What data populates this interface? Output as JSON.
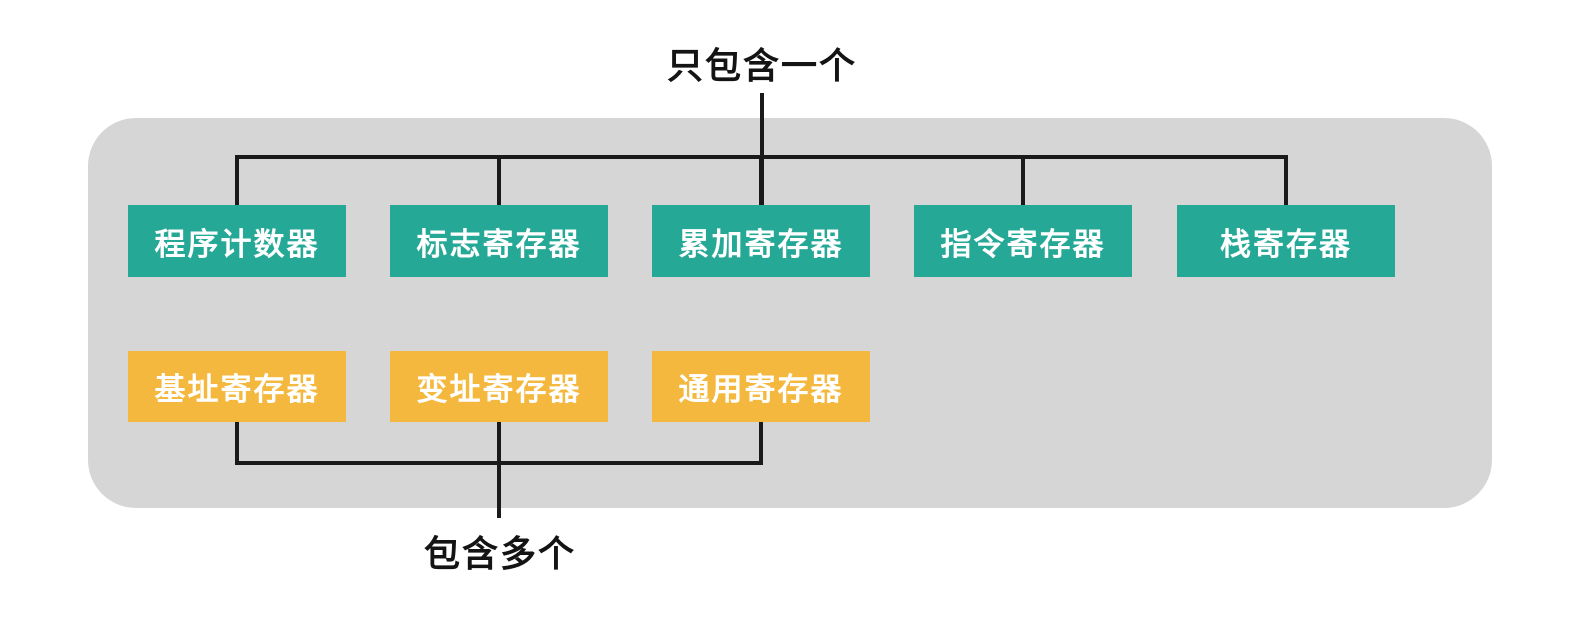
{
  "diagram": {
    "top_annotation": {
      "label": "只包含一个"
    },
    "bottom_annotation": {
      "label": "包含多个"
    },
    "single_group": {
      "items": [
        "程序计数器",
        "标志寄存器",
        "累加寄存器",
        "指令寄存器",
        "栈寄存器"
      ]
    },
    "multi_group": {
      "items": [
        "基址寄存器",
        "变址寄存器",
        "通用寄存器"
      ]
    },
    "colors": {
      "single_box": "#26A897",
      "multiple_box": "#F5B83E",
      "container": "#D6D6D6",
      "line": "#1A1A1A",
      "label_text": "#141414",
      "box_text": "#FFFFFF"
    }
  }
}
